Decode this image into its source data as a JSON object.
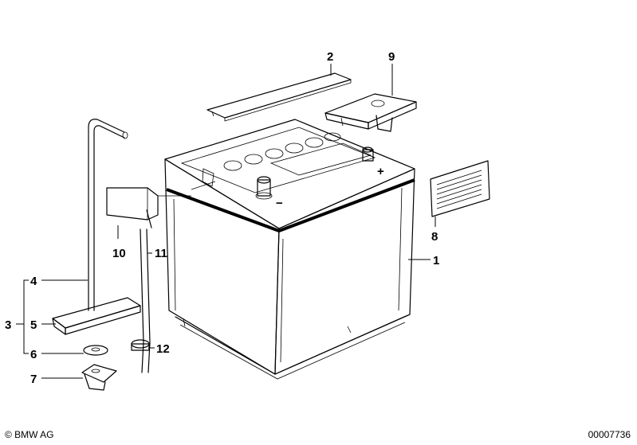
{
  "callouts": {
    "c1": "1",
    "c2": "2",
    "c3": "3",
    "c4": "4",
    "c5": "5",
    "c6": "6",
    "c7": "7",
    "c8": "8",
    "c9": "9",
    "c10": "10",
    "c11": "11",
    "c12": "12"
  },
  "battery_marks": {
    "minus": "−",
    "plus": "+"
  },
  "footer": {
    "copyright": "© BMW AG",
    "diagram_id": "00007736"
  }
}
